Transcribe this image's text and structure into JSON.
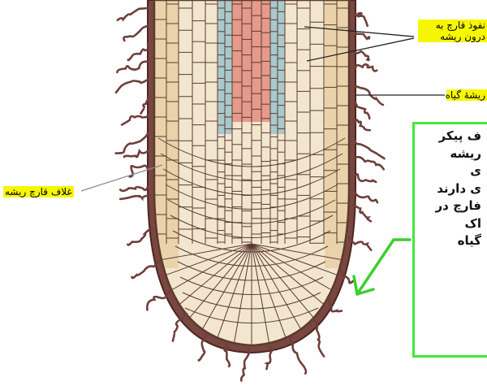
{
  "labels": {
    "fungal_penetration": [
      "نفوذ قارچ به",
      "درون ریشه"
    ],
    "plant_root": "ریشهٔ گیاه",
    "fungal_mantle": "غلاف قارچ ریشه"
  },
  "note": {
    "lines": [
      "ف پیکر",
      "ریشه",
      "ی",
      "ی دارند",
      "فارچ در",
      "اک",
      "گیاه"
    ]
  },
  "colors": {
    "highlight": "#f6f600",
    "note_border": "#46e63c",
    "arrow": "#3ccf2e",
    "hyphae": "#6e3f3a",
    "cell_fill": "#f3e6cf",
    "cell_outline": "#5b3b30",
    "vascular_pink": "#e59a8c",
    "vascular_blue": "#a9c9cc"
  }
}
